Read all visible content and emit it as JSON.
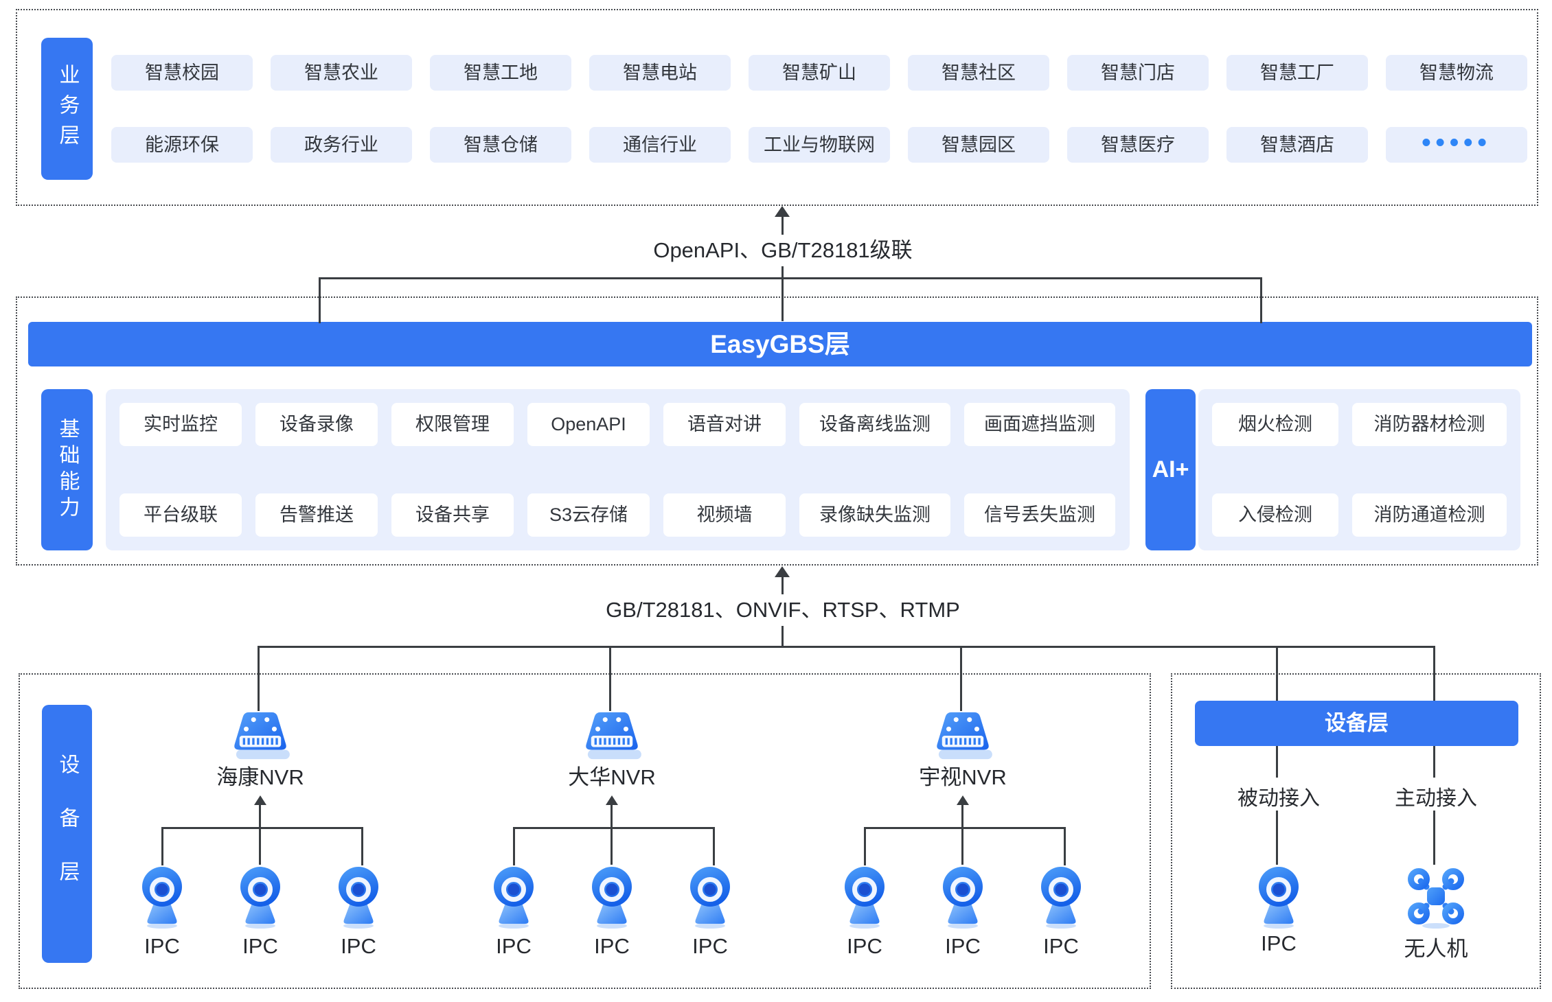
{
  "colors": {
    "primary": "#3677F2",
    "panel_light": "#E8EEFC",
    "dots_accent": "#2E86F7",
    "line": "#3a3e42"
  },
  "business_layer": {
    "label": "业务层",
    "row1": [
      "智慧校园",
      "智慧农业",
      "智慧工地",
      "智慧电站",
      "智慧矿山",
      "智慧社区",
      "智慧门店",
      "智慧工厂",
      "智慧物流"
    ],
    "row2": [
      "能源环保",
      "政务行业",
      "智慧仓储",
      "通信行业",
      "工业与物联网",
      "智慧园区",
      "智慧医疗",
      "智慧酒店",
      "•••••"
    ]
  },
  "link_top": {
    "label": "OpenAPI、GB/T28181级联"
  },
  "platform_layer": {
    "bar_title": "EasyGBS层",
    "base_label": "基础能力",
    "base_row1": [
      "实时监控",
      "设备录像",
      "权限管理",
      "OpenAPI",
      "语音对讲",
      "设备离线监测",
      "画面遮挡监测"
    ],
    "base_row2": [
      "平台级联",
      "告警推送",
      "设备共享",
      "S3云存储",
      "视频墙",
      "录像缺失监测",
      "信号丢失监测"
    ],
    "ai_label": "AI+",
    "ai_row1": [
      "烟火检测",
      "消防器材检测"
    ],
    "ai_row2": [
      "入侵检测",
      "消防通道检测"
    ]
  },
  "link_bottom": {
    "label": "GB/T28181、ONVIF、RTSP、RTMP"
  },
  "device_layer": {
    "label": "设备层",
    "nvr_groups": [
      {
        "name": "海康NVR",
        "cameras": [
          "IPC",
          "IPC",
          "IPC"
        ]
      },
      {
        "name": "大华NVR",
        "cameras": [
          "IPC",
          "IPC",
          "IPC"
        ]
      },
      {
        "name": "宇视NVR",
        "cameras": [
          "IPC",
          "IPC",
          "IPC"
        ]
      }
    ],
    "access_panel": {
      "bar_title": "设备层",
      "columns": [
        {
          "mode": "被动接入",
          "device": "IPC"
        },
        {
          "mode": "主动接入",
          "device": "无人机"
        }
      ]
    }
  }
}
